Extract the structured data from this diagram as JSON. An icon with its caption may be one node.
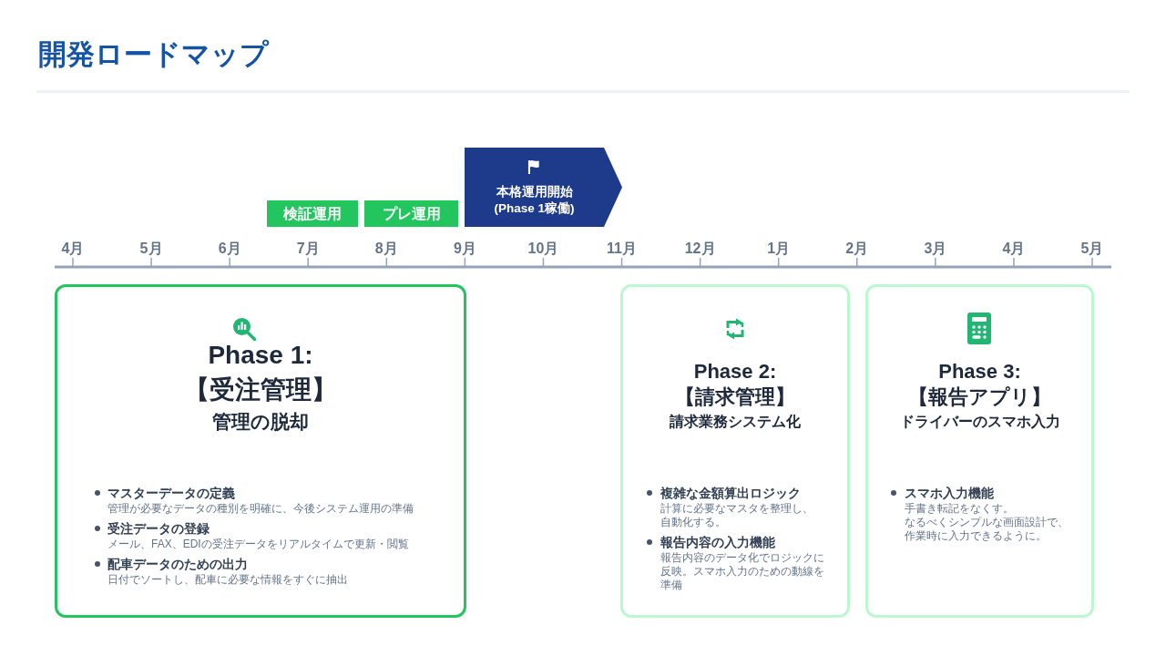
{
  "diagram": {
    "title": "開発ロードマップ",
    "nodes": [
      {
        "text": [
          "検証運用"
        ]
      },
      {
        "text": [
          "プレ運用"
        ]
      },
      {
        "text": [
          "本格運用開始",
          "(Phase 1稼働)"
        ]
      },
      {
        "text": [
          "Phase 1:",
          "【受注管理】",
          "管理の脱却",
          "マスターデータの定義",
          "管理が必要なデータの種別を明確に、今後システム運用の準備",
          "受注データの登録",
          "メール、FAX、EDIの受注データをリアルタイムで更新・閲覧",
          "配車データのための出力",
          "日付でソートし、配車に必要な情報をすぐに抽出"
        ]
      },
      {
        "text": [
          "Phase 2:",
          "【請求管理】",
          "請求業務システム化",
          "複雑な金額算出ロジック",
          "計算に必要なマスタを整理し、自動化する。",
          "報告内容の入力機能",
          "報告内容のデータ化でロジックに反映。スマホ入力のための動線を準備"
        ]
      },
      {
        "text": [
          "Phase 3:",
          "【報告アプリ】",
          "ドライバーのスマホ入力",
          "スマホ入力機能",
          "手書き転記をなくす。なるべくシンプルな画面設計で、作業時に入力できるように。"
        ]
      }
    ],
    "labels": [
      "4月",
      "5月",
      "6月",
      "7月",
      "8月",
      "9月",
      "10月",
      "11月",
      "12月",
      "1月",
      "2月",
      "3月",
      "4月",
      "5月"
    ]
  }
}
